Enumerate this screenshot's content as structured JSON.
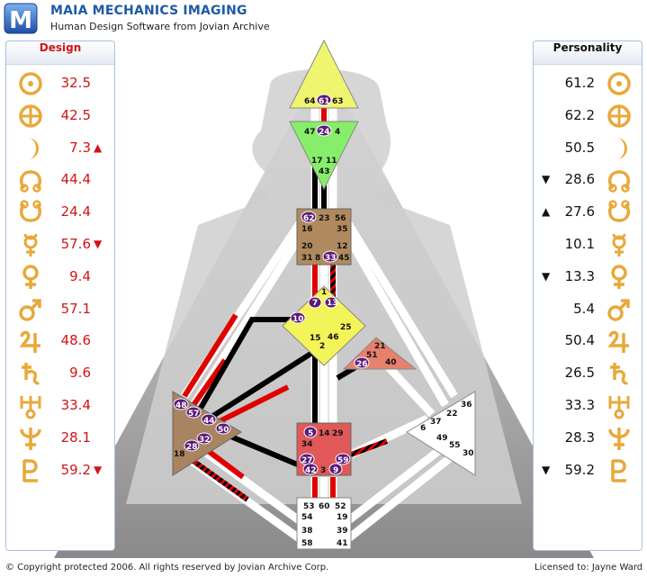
{
  "header": {
    "logo_letter": "M",
    "title": "MAIA MECHANICS IMAGING",
    "subtitle": "Human Design Software from Jovian Archive"
  },
  "design": {
    "title": "Design",
    "rows": [
      {
        "planet": "sun-icon",
        "value": "32.5",
        "arrow": ""
      },
      {
        "planet": "earth-icon",
        "value": "42.5",
        "arrow": ""
      },
      {
        "planet": "moon-icon",
        "value": "7.3",
        "arrow": "▲"
      },
      {
        "planet": "north-node-icon",
        "value": "44.4",
        "arrow": ""
      },
      {
        "planet": "south-node-icon",
        "value": "24.4",
        "arrow": ""
      },
      {
        "planet": "mercury-icon",
        "value": "57.6",
        "arrow": "▼"
      },
      {
        "planet": "venus-icon",
        "value": "9.4",
        "arrow": ""
      },
      {
        "planet": "mars-icon",
        "value": "57.1",
        "arrow": ""
      },
      {
        "planet": "jupiter-icon",
        "value": "48.6",
        "arrow": ""
      },
      {
        "planet": "saturn-icon",
        "value": "9.6",
        "arrow": ""
      },
      {
        "planet": "uranus-icon",
        "value": "33.4",
        "arrow": ""
      },
      {
        "planet": "neptune-icon",
        "value": "28.1",
        "arrow": ""
      },
      {
        "planet": "pluto-icon",
        "value": "59.2",
        "arrow": "▼"
      }
    ]
  },
  "personality": {
    "title": "Personality",
    "rows": [
      {
        "planet": "sun-icon",
        "value": "61.2",
        "arrow": ""
      },
      {
        "planet": "earth-icon",
        "value": "62.2",
        "arrow": ""
      },
      {
        "planet": "moon-icon",
        "value": "50.5",
        "arrow": ""
      },
      {
        "planet": "north-node-icon",
        "value": "28.6",
        "arrow": "▼"
      },
      {
        "planet": "south-node-icon",
        "value": "27.6",
        "arrow": "▲"
      },
      {
        "planet": "mercury-icon",
        "value": "10.1",
        "arrow": ""
      },
      {
        "planet": "venus-icon",
        "value": "13.3",
        "arrow": "▼"
      },
      {
        "planet": "mars-icon",
        "value": "5.4",
        "arrow": ""
      },
      {
        "planet": "jupiter-icon",
        "value": "50.4",
        "arrow": ""
      },
      {
        "planet": "saturn-icon",
        "value": "26.5",
        "arrow": ""
      },
      {
        "planet": "uranus-icon",
        "value": "33.3",
        "arrow": ""
      },
      {
        "planet": "neptune-icon",
        "value": "28.3",
        "arrow": ""
      },
      {
        "planet": "pluto-icon",
        "value": "59.2",
        "arrow": "▼"
      }
    ]
  },
  "gates": {
    "head": [
      "64",
      "61",
      "63"
    ],
    "ajna": [
      "47",
      "24",
      "4",
      "17",
      "11",
      "43"
    ],
    "throat": [
      "62",
      "23",
      "56",
      "16",
      "35",
      "20",
      "12",
      "31",
      "8",
      "33",
      "45"
    ],
    "g": [
      "1",
      "7",
      "13",
      "10",
      "25",
      "15",
      "46",
      "2"
    ],
    "heart": [
      "21",
      "51",
      "26",
      "40"
    ],
    "spleen": [
      "48",
      "57",
      "44",
      "50",
      "32",
      "28",
      "18"
    ],
    "sacral": [
      "5",
      "14",
      "29",
      "34",
      "27",
      "59",
      "42",
      "3",
      "9"
    ],
    "solar": [
      "36",
      "6",
      "37",
      "22",
      "49",
      "55",
      "30"
    ],
    "root": [
      "53",
      "60",
      "52",
      "54",
      "19",
      "38",
      "39",
      "58",
      "41"
    ]
  },
  "colors": {
    "design": "#e00000",
    "personality": "#000000",
    "gold": "#e8a93a",
    "brand": "#1f5aa6",
    "head": "#f0f570",
    "ajna": "#86ee6a",
    "throat": "#b08a5e",
    "g_center": "#f3f35a",
    "heart": "#e8806e",
    "spleen": "#a88460",
    "sacral": "#e05858",
    "solar": "#ffffff",
    "root": "#ffffff",
    "gate_badge": "#5a1a7a"
  },
  "footer": {
    "copyright": "© Copyright protected 2006. All rights reserved by Jovian Archive Corp.",
    "license": "Licensed to: Jayne Ward"
  }
}
